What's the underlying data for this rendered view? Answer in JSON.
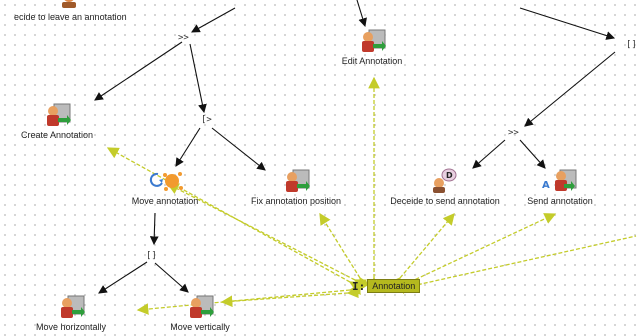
{
  "nodes": {
    "decide_leave": "ecide to leave an annotation",
    "edit": "Edit Annotation",
    "create": "Create Annotation",
    "move": "Move annotation",
    "fix": "Fix annotation position",
    "deceide_send": "Deceide to send annotation",
    "send": "Send annotation",
    "move_h": "Move horizontally",
    "move_v": "Move vertically"
  },
  "operators": {
    "enable_top": ">>",
    "choice_top_right": "[]",
    "enable_with_info": "[>",
    "enable_right": ">>",
    "choice_bottom": "[]"
  },
  "object": {
    "label": "Annotation",
    "marker": "I:"
  },
  "colors": {
    "hierarchy_edge": "#111111",
    "object_edge": "#c4cc2a",
    "object_fill": "#b5b91e"
  },
  "icons": {
    "interactive_task": "user-computer-icon",
    "system_task": "gear-splash-icon",
    "decision_task": "user-thinking-icon",
    "send_task": "user-send-icon"
  }
}
